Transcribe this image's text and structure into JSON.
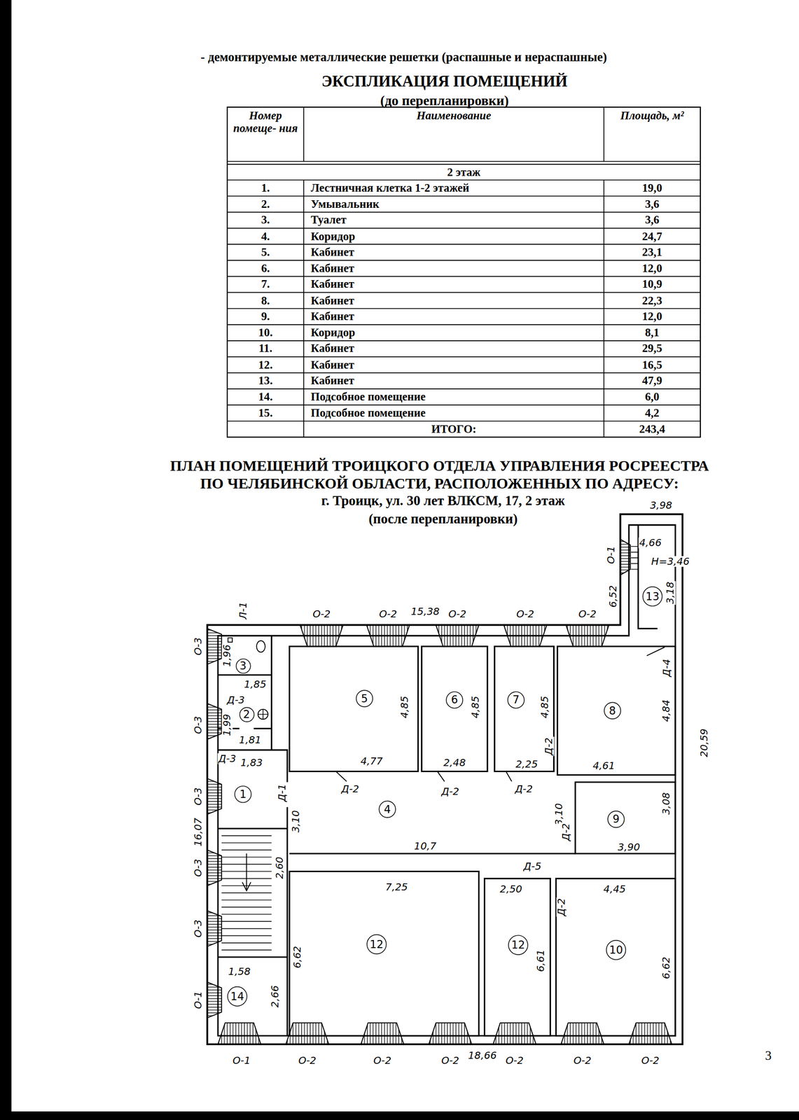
{
  "diagram": {
    "title": "ПЛАН ПОМЕЩЕНИЙ ТРОИЦКОГО ОТДЕЛА УПРАВЛЕНИЯ РОСРЕЕСТРА ПО ЧЕЛЯБИНСКОЙ ОБЛАСТИ, РАСПОЛОЖЕННЫХ ПО АДРЕСУ:",
    "nodes": [
      {
        "text": [
          "13"
        ]
      },
      {
        "text": [
          "3"
        ]
      },
      {
        "text": [
          "2"
        ]
      },
      {
        "text": [
          "5"
        ]
      },
      {
        "text": [
          "6"
        ]
      },
      {
        "text": [
          "7"
        ]
      },
      {
        "text": [
          "8"
        ]
      },
      {
        "text": [
          "1"
        ]
      },
      {
        "text": [
          "4"
        ]
      },
      {
        "text": [
          "9"
        ]
      },
      {
        "text": [
          "12"
        ]
      },
      {
        "text": [
          "12"
        ]
      },
      {
        "text": [
          "10"
        ]
      },
      {
        "text": [
          "14"
        ]
      }
    ],
    "labels": [
      "- демонтируемые металлические решетки (распашные и нераспашные)",
      "ЭКСПЛИКАЦИЯ ПОМЕЩЕНИЙ",
      "(до перепланировки)",
      "Номер помеще- ния",
      "Наименование",
      "Площадь, м²",
      "2 этаж",
      "1.",
      "Лестничная клетка 1-2 этажей",
      "19,0",
      "2.",
      "Умывальник",
      "3,6",
      "3.",
      "Туалет",
      "3,6",
      "4.",
      "Коридор",
      "24,7",
      "5.",
      "Кабинет",
      "23,1",
      "6.",
      "Кабинет",
      "12,0",
      "7.",
      "Кабинет",
      "10,9",
      "8.",
      "Кабинет",
      "22,3",
      "9.",
      "Кабинет",
      "12,0",
      "10.",
      "Коридор",
      "8,1",
      "11.",
      "Кабинет",
      "29,5",
      "12.",
      "Кабинет",
      "16,5",
      "13.",
      "Кабинет",
      "47,9",
      "14.",
      "Подсобное помещение",
      "6,0",
      "15.",
      "Подсобное помещение",
      "4,2",
      "ИТОГО:",
      "243,4",
      "г. Троицк, ул. 30 лет ВЛКСМ, 17, 2 этаж",
      "(после перепланировки)",
      "3,98",
      "4,66",
      "Н=3,46",
      "О-1",
      "6,52",
      "3,18",
      "Л-1",
      "О-2",
      "О-2",
      "15,38",
      "О-2",
      "О-2",
      "О-2",
      "О-3",
      "1,96",
      "Д-4",
      "1,85",
      "Д-3",
      "О-3",
      "1,99",
      "1,81",
      "Д-3",
      "1,83",
      "4,85",
      "4,85",
      "4,85",
      "4,84",
      "Д-2",
      "4,77",
      "2,48",
      "2,25",
      "4,61",
      "О-3",
      "Д-1",
      "Д-2",
      "Д-2",
      "Д-2",
      "3,08",
      "3,10",
      "3,10",
      "16,07",
      "Д-2",
      "10,7",
      "3,90",
      "О-3",
      "2,60",
      "Д-5",
      "7,25",
      "2,50",
      "4,45",
      "Д-2",
      "О-3",
      "6,62",
      "6,61",
      "6,62",
      "1,58",
      "2,66",
      "О-1",
      "О-1",
      "О-2",
      "О-2",
      "О-2",
      "18,66",
      "О-2",
      "О-2",
      "О-2",
      "20,59",
      "3"
    ]
  }
}
